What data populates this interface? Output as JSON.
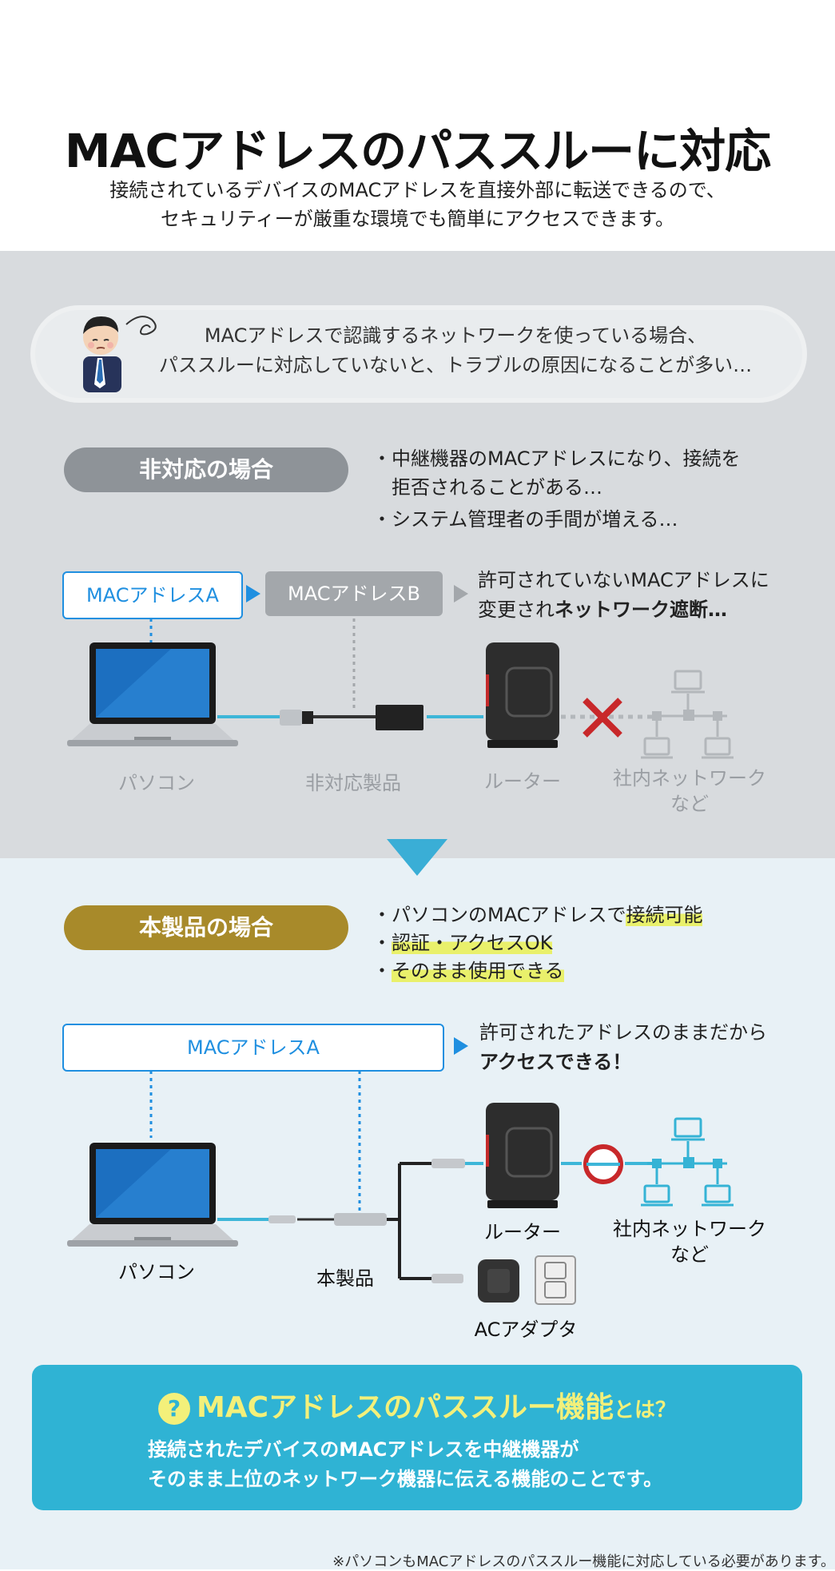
{
  "header": {
    "title": "MACアドレスのパススルーに対応",
    "subtitle_line1": "接続されているデバイスのMACアドレスを直接外部に転送できるので、",
    "subtitle_line2": "セキュリティーが厳重な環境でも簡単にアクセスできます。"
  },
  "bubble": {
    "line1": "MACアドレスで認識するネットワークを使っている場合、",
    "line2": "パススルーに対応していないと、トラブルの原因になることが多い…"
  },
  "unsupported": {
    "pill": "非対応の場合",
    "bullet1_line1": "・中継機器のMACアドレスになり、接続を",
    "bullet1_line2": "拒否されることがある…",
    "bullet2": "・システム管理者の手間が増える…",
    "mac_a": "MACアドレスA",
    "mac_b": "MACアドレスB",
    "result_line1": "許可されていないMACアドレスに",
    "result_line2_plain": "変更され",
    "result_line2_bold": "ネットワーク遮断…",
    "label_pc": "パソコン",
    "label_product": "非対応製品",
    "label_router": "ルーター",
    "label_network_line1": "社内ネットワーク",
    "label_network_line2": "など"
  },
  "supported": {
    "pill": "本製品の場合",
    "bullet1_plain": "・パソコンのMACアドレスで",
    "bullet1_hl": "接続可能",
    "bullet2_hl": "認証・アクセスOK",
    "bullet3_hl": "そのまま使用できる",
    "bullet_dot": "・",
    "mac_a": "MACアドレスA",
    "result_line1": "許可されたアドレスのままだから",
    "result_line2": "アクセスできる！",
    "label_pc": "パソコン",
    "label_product": "本製品",
    "label_router": "ルーター",
    "label_network_line1": "社内ネットワーク",
    "label_network_line2": "など",
    "label_adapter": "ACアダプタ"
  },
  "info": {
    "icon": "?",
    "title_main": "MACアドレスのパススルー機能",
    "title_suffix": "とは？",
    "text_line1": "接続されたデバイスのMACアドレスを中継機器が",
    "text_line2": "そのまま上位のネットワーク機器に伝える機能のことです。"
  },
  "footnote": "※パソコンもMACアドレスのパススルー機能に対応している必要があります。",
  "colors": {
    "gray_pill": "#8e9398",
    "gold_pill": "#a88a2a",
    "blue_accent": "#1f8fe0",
    "cyan": "#35b3d5",
    "info_bg": "#2fb3d4",
    "info_title": "#f3f07a",
    "cross": "#c8282a"
  }
}
